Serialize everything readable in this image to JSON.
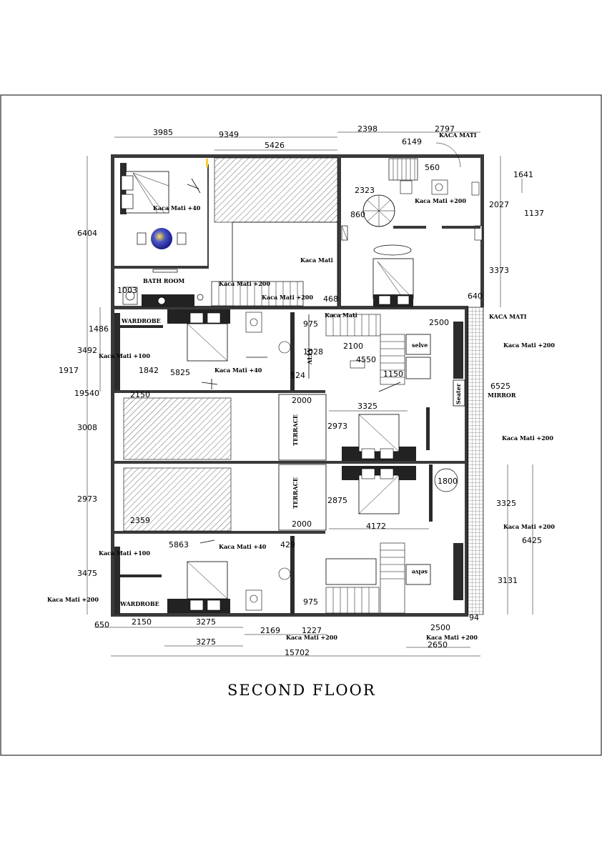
{
  "title": "SECOND FLOOR",
  "rooms": {
    "bath_room": "BATH ROOM",
    "wardrobe_top": "WARDROBE",
    "wardrobe_bottom": "WARDROBE",
    "terrace_top": "TERRACE",
    "terrace_bottom": "TERRACE",
    "ally": "ALLY",
    "selve_top": "selve",
    "selve_bottom": "selve",
    "seater": "Seater",
    "mirror": "MIRROR",
    "kaca_mati_top": "KACA MATI",
    "kaca_mati_right": "KACA MATI"
  },
  "notes": {
    "n1": "Kaca Mati +40",
    "n2": "Kaca Mati",
    "n3": "Kaca Mati +200",
    "n4": "Kaca Mati +200",
    "n5": "Kaca Mati +200",
    "n6": "Kaca Mati",
    "n7": "Kaca Mati +100",
    "n8": "Kaca Mati +40",
    "n9": "Kaca Mati +200",
    "n10": "Kaca Mati +200",
    "n11": "Kaca Mati +200",
    "n12": "Kaca Mati +100",
    "n13": "Kaca Mati +40",
    "n14": "Kaca Mati +200",
    "n15": "Kaca Mati +200",
    "n16": "Kaca Mati +200"
  },
  "dims": {
    "d3985": "3985",
    "d9349": "9349",
    "d5426": "5426",
    "d2398": "2398",
    "d2797": "2797",
    "d6149": "6149",
    "d560": "560",
    "d1641": "1641",
    "d2027": "2027",
    "d1137": "1137",
    "d2323": "2323",
    "d860": "860",
    "d6404": "6404",
    "d3373": "3373",
    "d1003": "1003",
    "d468": "468",
    "d640": "640",
    "d1486": "1486",
    "d975a": "975",
    "d2500a": "2500",
    "d3492": "3492",
    "d1028": "1028",
    "d2100": "2100",
    "d4550": "4550",
    "d1917": "1917",
    "d1842": "1842",
    "d5825": "5825",
    "d524": "524",
    "d1150": "1150",
    "d6525": "6525",
    "d19540": "19540",
    "d2150a": "2150",
    "d2000a": "2000",
    "d3325a": "3325",
    "d3008": "3008",
    "d2973a": "2973",
    "d1800": "1800",
    "d2973b": "2973",
    "d2875": "2875",
    "d3325b": "3325",
    "d2359": "2359",
    "d2000b": "2000",
    "d4172": "4172",
    "d5863": "5863",
    "d429": "429",
    "d6425": "6425",
    "d3475": "3475",
    "d3131": "3131",
    "d975b": "975",
    "d650": "650",
    "d2150b": "2150",
    "d3275a": "3275",
    "d2169": "2169",
    "d1227": "1227",
    "d2500b": "2500",
    "d94": "94",
    "d3275b": "3275",
    "d2650": "2650",
    "d15702": "15702"
  }
}
